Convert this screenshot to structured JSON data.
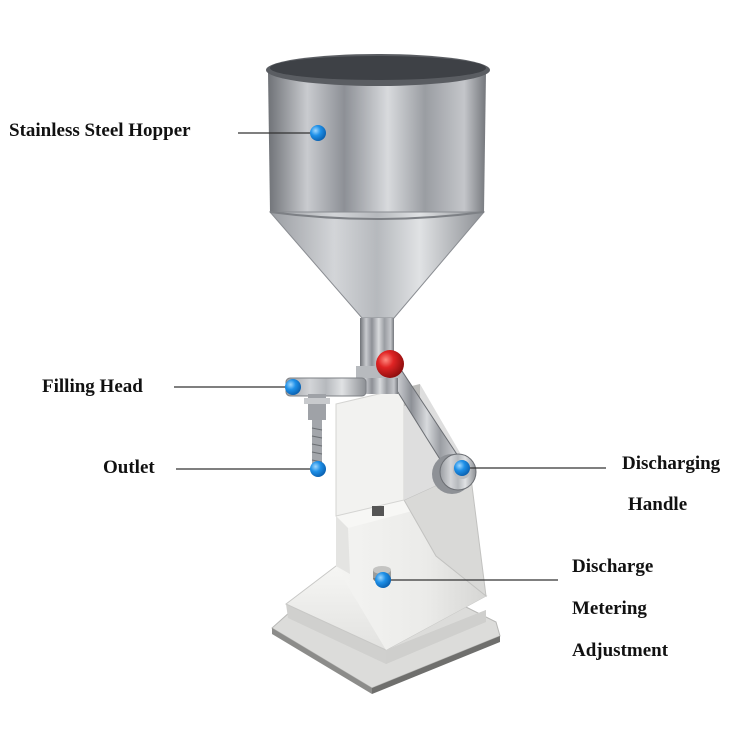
{
  "labels": {
    "hopper": "Stainless Steel Hopper",
    "filling_head": "Filling Head",
    "outlet": "Outlet",
    "discharging_line1": "Discharging",
    "discharging_line2": "Handle",
    "metering_line1": "Discharge",
    "metering_line2": "Metering",
    "metering_line3": "Adjustment"
  },
  "colors": {
    "marker": "#1e90e8",
    "leader": "#333333",
    "body_paint": "#eeeeec",
    "steel": "#a8abb0",
    "knob": "#d42020"
  }
}
